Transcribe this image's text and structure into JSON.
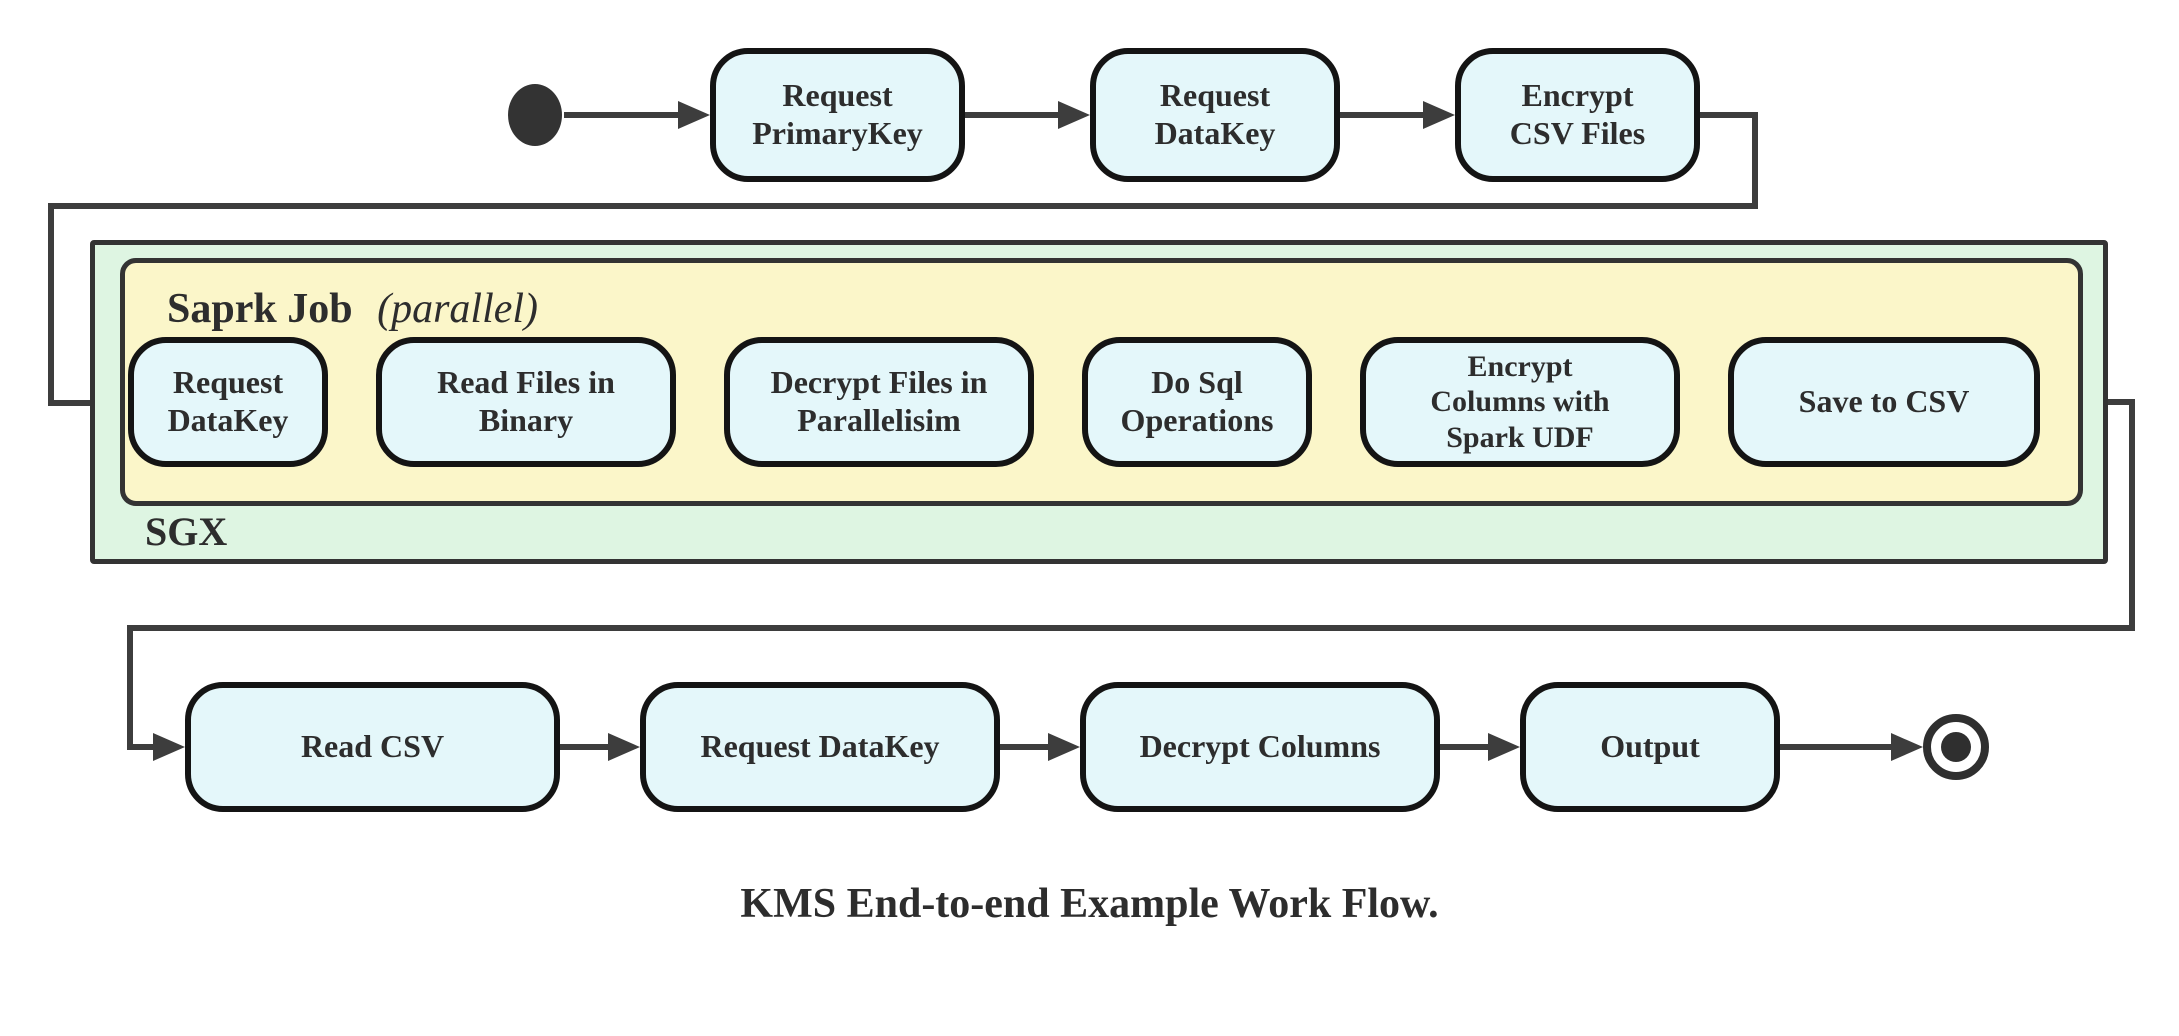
{
  "diagram": {
    "caption": "KMS End-to-end Example Work Flow.",
    "top_row": {
      "nodes": [
        {
          "label": "Request\nPrimaryKey"
        },
        {
          "label": "Request\nDataKey"
        },
        {
          "label": "Encrypt\nCSV Files"
        }
      ]
    },
    "sgx": {
      "label": "SGX",
      "spark": {
        "label_bold": "Saprk Job",
        "label_italic": "(parallel)",
        "nodes": [
          {
            "label": "Request\nDataKey"
          },
          {
            "label": "Read Files in\nBinary"
          },
          {
            "label": "Decrypt Files in\nParallelisim"
          },
          {
            "label": "Do Sql\nOperations"
          },
          {
            "label": "Encrypt\nColumns with\nSpark UDF"
          },
          {
            "label": "Save to CSV"
          }
        ]
      }
    },
    "bottom_row": {
      "nodes": [
        {
          "label": "Read CSV"
        },
        {
          "label": "Request DataKey"
        },
        {
          "label": "Decrypt Columns"
        },
        {
          "label": "Output"
        }
      ]
    },
    "icons": {
      "start": "initial-node-filled-circle",
      "end": "final-node-ringed-circle"
    },
    "colors": {
      "node_fill": "#e4f7fa",
      "node_border": "#141414",
      "sgx_fill": "#def5e2",
      "spark_fill": "#fbf6c9",
      "container_border": "#333333",
      "edge": "#3d3d3d"
    }
  }
}
